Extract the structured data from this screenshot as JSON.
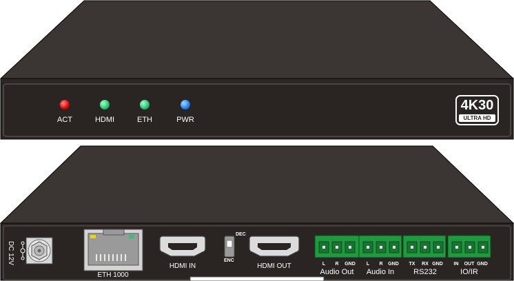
{
  "front_panel": {
    "leds": [
      {
        "label": "ACT",
        "color": "#e00000"
      },
      {
        "label": "HDMI",
        "color": "#22c46a"
      },
      {
        "label": "ETH",
        "color": "#22c46a"
      },
      {
        "label": "PWR",
        "color": "#1a7ff0"
      }
    ],
    "badge": {
      "main": "4K30",
      "sub": "ULTRA HD"
    }
  },
  "rear_panel": {
    "power_label": "DC 12V",
    "eth_label": "ETH 1000",
    "hdmi_in_label": "HDMI IN",
    "hdmi_out_label": "HDMI OUT",
    "switch": {
      "top": "DEC",
      "bottom": "ENC"
    },
    "terminal_groups": [
      {
        "name": "Audio Out",
        "pins": [
          "L",
          "R",
          "GND"
        ]
      },
      {
        "name": "Audio In",
        "pins": [
          "L",
          "R",
          "GND"
        ]
      },
      {
        "name": "RS232",
        "pins": [
          "TX",
          "RX",
          "GND"
        ]
      },
      {
        "name": "IO/IR",
        "pins": [
          "IN",
          "OUT",
          "GND"
        ]
      }
    ]
  },
  "colors": {
    "chassis_top": "#3b3533",
    "chassis_face": "#2c2624",
    "terminal_green": "#1f9a3e"
  }
}
